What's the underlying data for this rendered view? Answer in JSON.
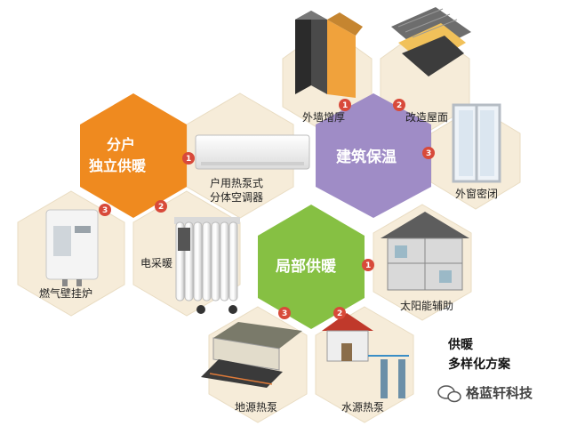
{
  "hubs": {
    "household": {
      "line1": "分户",
      "line2": "独立供暖",
      "color": "#ef8a1f"
    },
    "building": {
      "label": "建筑保温",
      "color": "#9f8cc6"
    },
    "local": {
      "label": "局部供暖",
      "color": "#86c043"
    }
  },
  "items": [
    {
      "num": "1",
      "label": "外墙增厚"
    },
    {
      "num": "2",
      "label": "改造屋面"
    },
    {
      "num": "3",
      "label": "外窗密闭"
    },
    {
      "num": "1",
      "line1": "户用热泵式",
      "line2": "分体空调器"
    },
    {
      "num": "2",
      "label": "电采暖"
    },
    {
      "num": "3",
      "label": "燃气壁挂炉"
    },
    {
      "num": "1",
      "label": "太阳能辅助"
    },
    {
      "num": "2",
      "label": "水源热泵"
    },
    {
      "num": "3",
      "label": "地源热泵"
    }
  ],
  "summary": {
    "line1": "供暖",
    "line2": "多样化方案"
  },
  "watermark": {
    "text": "格蓝轩科技",
    "icon": "wechat-icon"
  },
  "colors": {
    "tile_bg": "#f6ecd9",
    "badge": "#d84a3a"
  }
}
